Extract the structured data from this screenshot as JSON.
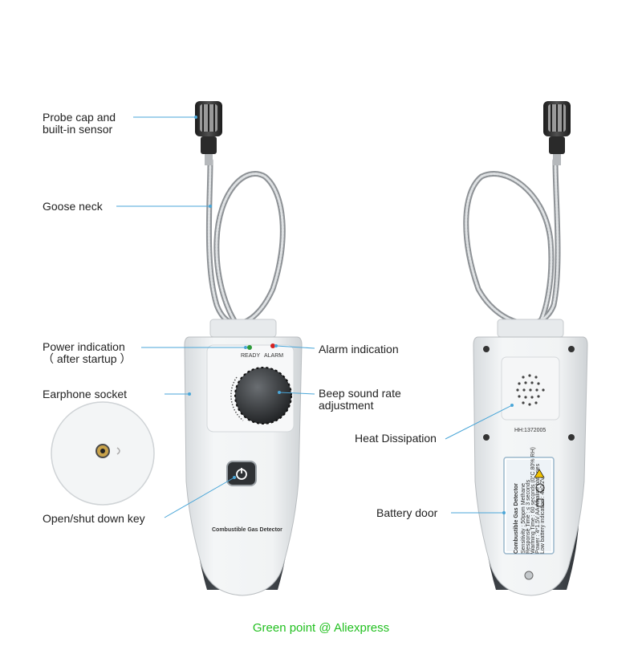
{
  "labels": {
    "probe_cap_line1": "Probe cap and",
    "probe_cap_line2": "built-in sensor",
    "goose_neck": "Goose neck",
    "power_indication_line1": "Power indication",
    "power_indication_line2": "（ after startup ）",
    "earphone_socket": "Earphone socket",
    "open_shut_key": "Open/shut down key",
    "alarm_indication": "Alarm indication",
    "beep_line1": "Beep sound rate",
    "beep_line2": "adjustment",
    "heat_dissipation": "Heat Dissipation",
    "battery_door": "Battery door"
  },
  "device_text": {
    "ready": "READY",
    "alarm": "ALARM",
    "front_name": "Combustible Gas Detector",
    "serial": "HH:1372005",
    "back_label_title": "Combustible Gas Detector",
    "back_label_lines": [
      "Sensitivity : 50ppm Methane",
      "Response Time : ≤ 3 seconds",
      "Warming Time : 60 seconds (0°C 80% RH)",
      "Power : 4*1.5V AA Alkaline batteries",
      "Low battery indication : 4±0.2V"
    ]
  },
  "footer": "Green point @ Aliexpress",
  "colors": {
    "callout_line": "#4aa6d8",
    "footer_text": "#22c020",
    "body_white": "#eceff1",
    "grip_dark": "#4a4f55"
  }
}
